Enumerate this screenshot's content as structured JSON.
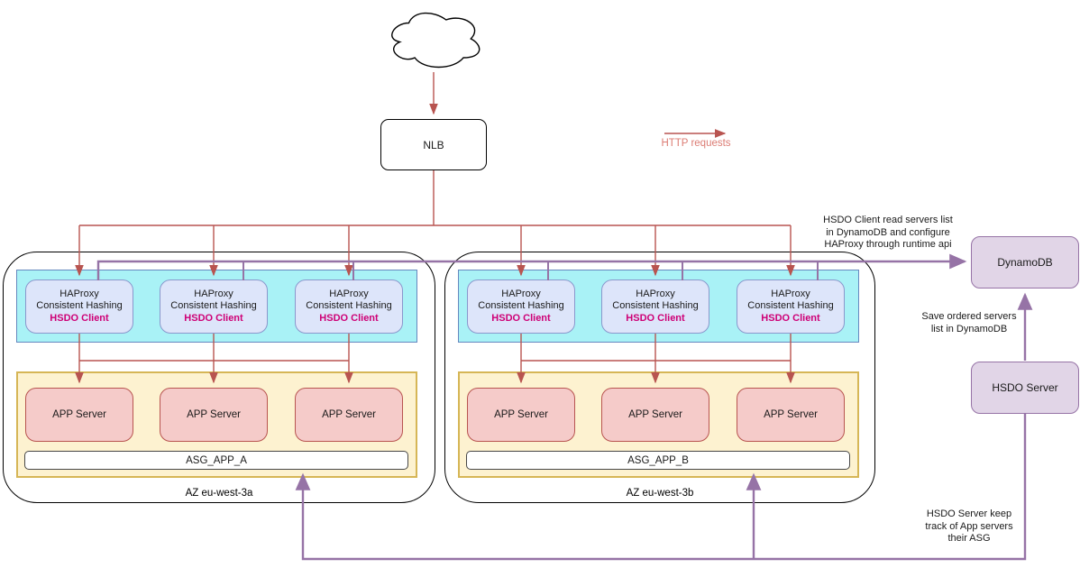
{
  "nodes": {
    "cloud": "internet-cloud",
    "nlb_label": "NLB",
    "dynamodb_label": "DynamoDB",
    "hsdo_server_label": "HSDO Server"
  },
  "legend": {
    "http_requests": "HTTP requests"
  },
  "zones": [
    {
      "az_label": "AZ eu-west-3a",
      "asg_label": "ASG_APP_A",
      "haproxy": [
        {
          "l1": "HAProxy",
          "l2": "Consistent Hashing",
          "l3": "HSDO Client"
        },
        {
          "l1": "HAProxy",
          "l2": "Consistent Hashing",
          "l3": "HSDO Client"
        },
        {
          "l1": "HAProxy",
          "l2": "Consistent Hashing",
          "l3": "HSDO Client"
        }
      ],
      "apps": [
        "APP Server",
        "APP Server",
        "APP Server"
      ]
    },
    {
      "az_label": "AZ eu-west-3b",
      "asg_label": "ASG_APP_B",
      "haproxy": [
        {
          "l1": "HAProxy",
          "l2": "Consistent Hashing",
          "l3": "HSDO Client"
        },
        {
          "l1": "HAProxy",
          "l2": "Consistent Hashing",
          "l3": "HSDO Client"
        },
        {
          "l1": "HAProxy",
          "l2": "Consistent Hashing",
          "l3": "HSDO Client"
        }
      ],
      "apps": [
        "APP Server",
        "APP Server",
        "APP Server"
      ]
    }
  ],
  "annotations": {
    "read": [
      "HSDO Client read servers list",
      "in DynamoDB and configure",
      "HAProxy through runtime api"
    ],
    "save": [
      "Save ordered servers",
      "list in DynamoDB"
    ],
    "track": [
      "HSDO Server keep",
      "track of App servers",
      "their ASG"
    ]
  },
  "colors": {
    "arrow-red": "#B85450",
    "legend-text": "#DC7C74",
    "purple": "#9673A6",
    "purple-fill": "#E1D5E7",
    "cyan-fill": "#A9F2F6",
    "cyan-border": "#6688BF",
    "haproxy-fill": "#DDE5FA",
    "haproxy-border": "#8A97CC",
    "yellow-fill": "#FDF2D0",
    "yellow-border": "#D6B656",
    "app-fill": "#F5CBC9",
    "app-border": "#B85450",
    "magenta": "#CE0076"
  }
}
